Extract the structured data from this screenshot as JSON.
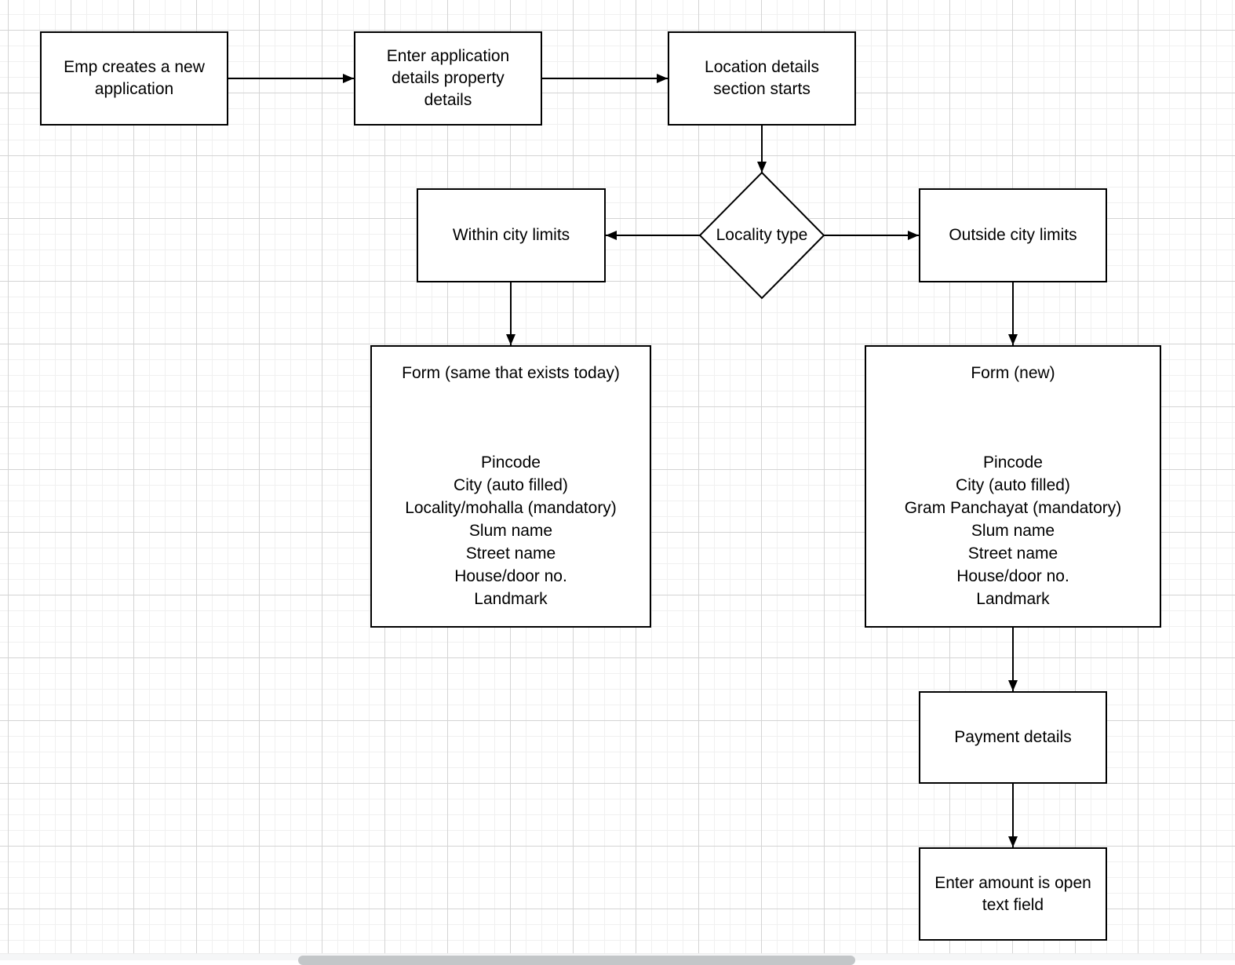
{
  "diagram": {
    "type": "flowchart",
    "nodes": {
      "emp_creates": {
        "label": "Emp creates a new\napplication"
      },
      "enter_application": {
        "label": "Enter application\ndetails property\ndetails"
      },
      "location_details": {
        "label": "Location details\nsection starts"
      },
      "locality_type": {
        "label": "Locality type",
        "shape": "decision-diamond"
      },
      "within_city": {
        "label": "Within city limits"
      },
      "outside_city": {
        "label": "Outside city limits"
      },
      "form_existing": {
        "title": "Form (same that exists today)",
        "fields": [
          "Pincode",
          "City (auto filled)",
          "Locality/mohalla (mandatory)",
          "Slum name",
          "Street name",
          "House/door no.",
          "Landmark"
        ]
      },
      "form_new": {
        "title": "Form (new)",
        "fields": [
          "Pincode",
          "City (auto filled)",
          "Gram Panchayat (mandatory)",
          "Slum name",
          "Street name",
          "House/door no.",
          "Landmark"
        ]
      },
      "payment_details": {
        "label": "Payment details"
      },
      "enter_amount": {
        "label": "Enter amount is open\ntext field"
      }
    },
    "edges": [
      "emp_creates -> enter_application",
      "enter_application -> location_details",
      "location_details -> locality_type",
      "locality_type -> within_city",
      "locality_type -> outside_city",
      "within_city -> form_existing",
      "outside_city -> form_new",
      "form_new -> payment_details",
      "payment_details -> enter_amount"
    ],
    "colors": {
      "shape_fill": "#ffffff",
      "shape_stroke": "#000000",
      "grid_minor": "#f0f0f0",
      "grid_major": "#d4d4d4",
      "scrollbar_thumb": "#c3c6c8",
      "scrollbar_track": "#f5f6f7"
    }
  }
}
